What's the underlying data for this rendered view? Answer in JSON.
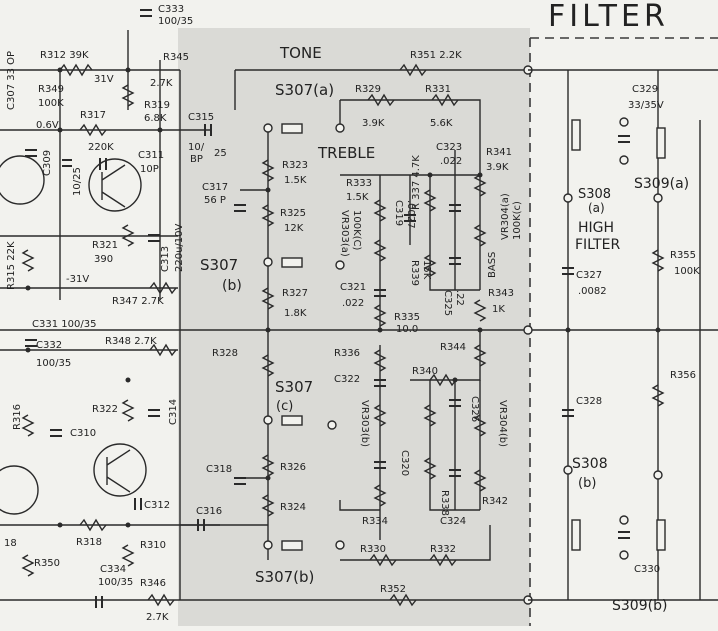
{
  "header": {
    "filter_title": "FILTER"
  },
  "section_labels": {
    "tone": "TONE",
    "treble": "TREBLE",
    "bass": "BASS",
    "high_filter_l1": "HIGH",
    "high_filter_l2": "FILTER"
  },
  "switches": {
    "s307": "S307",
    "s307a": "S307(a)",
    "s307b_mid": "(b)",
    "s307b_bot": "S307(b)",
    "s307c": "(c)",
    "s308a": "S308",
    "s308a_sub": "(a)",
    "s308b": "S308",
    "s308b_sub": "(b)",
    "s309a": "S309(a)",
    "s309b": "S309(b)"
  },
  "components": {
    "c333": "C333",
    "c333_v": "100/35",
    "r312": "R312 39K",
    "r345": "R345",
    "r345_v": "2.7K",
    "c307": "C307 33 OP",
    "r349": "R349",
    "r349_v": "100K",
    "v31": "31V",
    "r319": "R319",
    "r319_v": "6.8K",
    "r317": "R317",
    "v06": "0.6V",
    "c309": "C309",
    "c309_v": "10/25",
    "v220k": "220K",
    "c311": "C311",
    "c311_v": "10P",
    "c315": "C315",
    "c315_v1": "10/",
    "c315_v2": "25",
    "c315_v3": "BP",
    "r323": "R323",
    "r323_v": "1.5K",
    "r325": "R325",
    "r325_v": "12K",
    "c317": "C317",
    "c317_v": "56 P",
    "r321": "R321",
    "r321_v": "390",
    "c313": "C313",
    "c313_v": "220u/10V",
    "r315": "R315 22K",
    "vm31": "-31V",
    "r347": "R347 2.7K",
    "r327": "R327",
    "r327_v": "1.8K",
    "c331": "C331 100/35",
    "c332": "C332",
    "c332_v": "100/35",
    "r348": "R348 2.7K",
    "r328": "R328",
    "r322": "R322",
    "c314": "C314",
    "r316": "R316",
    "c310": "C310",
    "c318": "C318",
    "r326": "R326",
    "r324": "R324",
    "c312": "C312",
    "c316": "C316",
    "r318": "R318",
    "r310": "R310",
    "r350": "R350",
    "c334": "C334",
    "c334_v": "100/35",
    "r346": "R346",
    "r346_v": "2.7K",
    "r351": "R351 2.2K",
    "r329": "R329",
    "r329_v": "3.9K",
    "r331": "R331",
    "r331_v": "5.6K",
    "c323": "C323",
    "c323_v": ".022",
    "r341": "R341",
    "r341_v": "3.9K",
    "r333": "R333",
    "r333_v": "1.5K",
    "r337": "R 337 4.7K",
    "c319": "C319",
    "c319_v": ".0027",
    "vr303a": "VR303(a)",
    "vr303a_v": "100K(C)",
    "r339": "R339",
    "r339_v": "15K",
    "vr304a": "VR304(a)",
    "vr304a_v": "100K(c)",
    "c321": "C321",
    "c321_v": ".022",
    "r335": "R335",
    "r335_v": "10.0",
    "c325": "C325",
    "c325_v": ".22",
    "r343": "R343",
    "r343_v": "1K",
    "r336": "R336",
    "r344": "R344",
    "c322": "C322",
    "r340": "R340",
    "c326": "C326",
    "vr303b": "VR303(b)",
    "vr304b": "VR304(b)",
    "c320": "C320",
    "r334": "R334",
    "r338": "R338",
    "c324": "C324",
    "r342": "R342",
    "r330": "R330",
    "r332": "R332",
    "r352": "R352",
    "c329": "C329",
    "c329_v": "33/35V",
    "r355": "R355",
    "r355_v": "100K",
    "c327": "C327",
    "c327_v": ".0082",
    "c328": "C328",
    "r356": "R356",
    "c330": "C330",
    "b18": "18"
  },
  "colors": {
    "paper": "#f2f2ee",
    "shaded_panel": "#dadad6",
    "ink": "#2a2a2a"
  }
}
